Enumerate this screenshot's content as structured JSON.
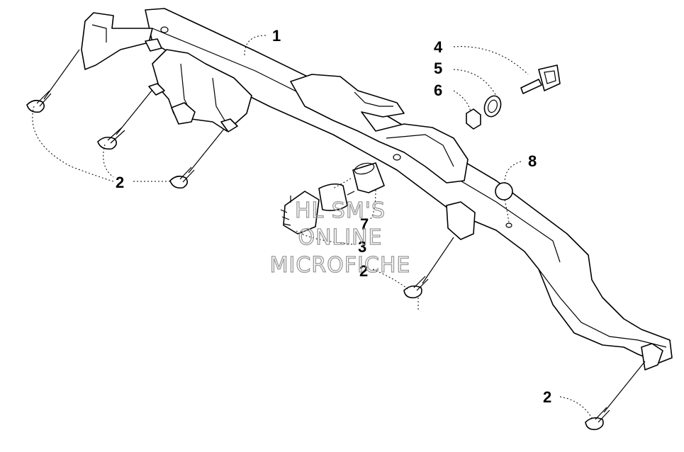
{
  "callouts": {
    "c1": "1",
    "c2a": "2",
    "c2b": "2",
    "c2c": "2",
    "c3": "3",
    "c4": "4",
    "c5": "5",
    "c6": "6",
    "c7": "7",
    "c8": "8"
  },
  "watermark": {
    "line1": "HL SM'S",
    "line2": "ONLINE",
    "line3": "MICROFICHE"
  }
}
